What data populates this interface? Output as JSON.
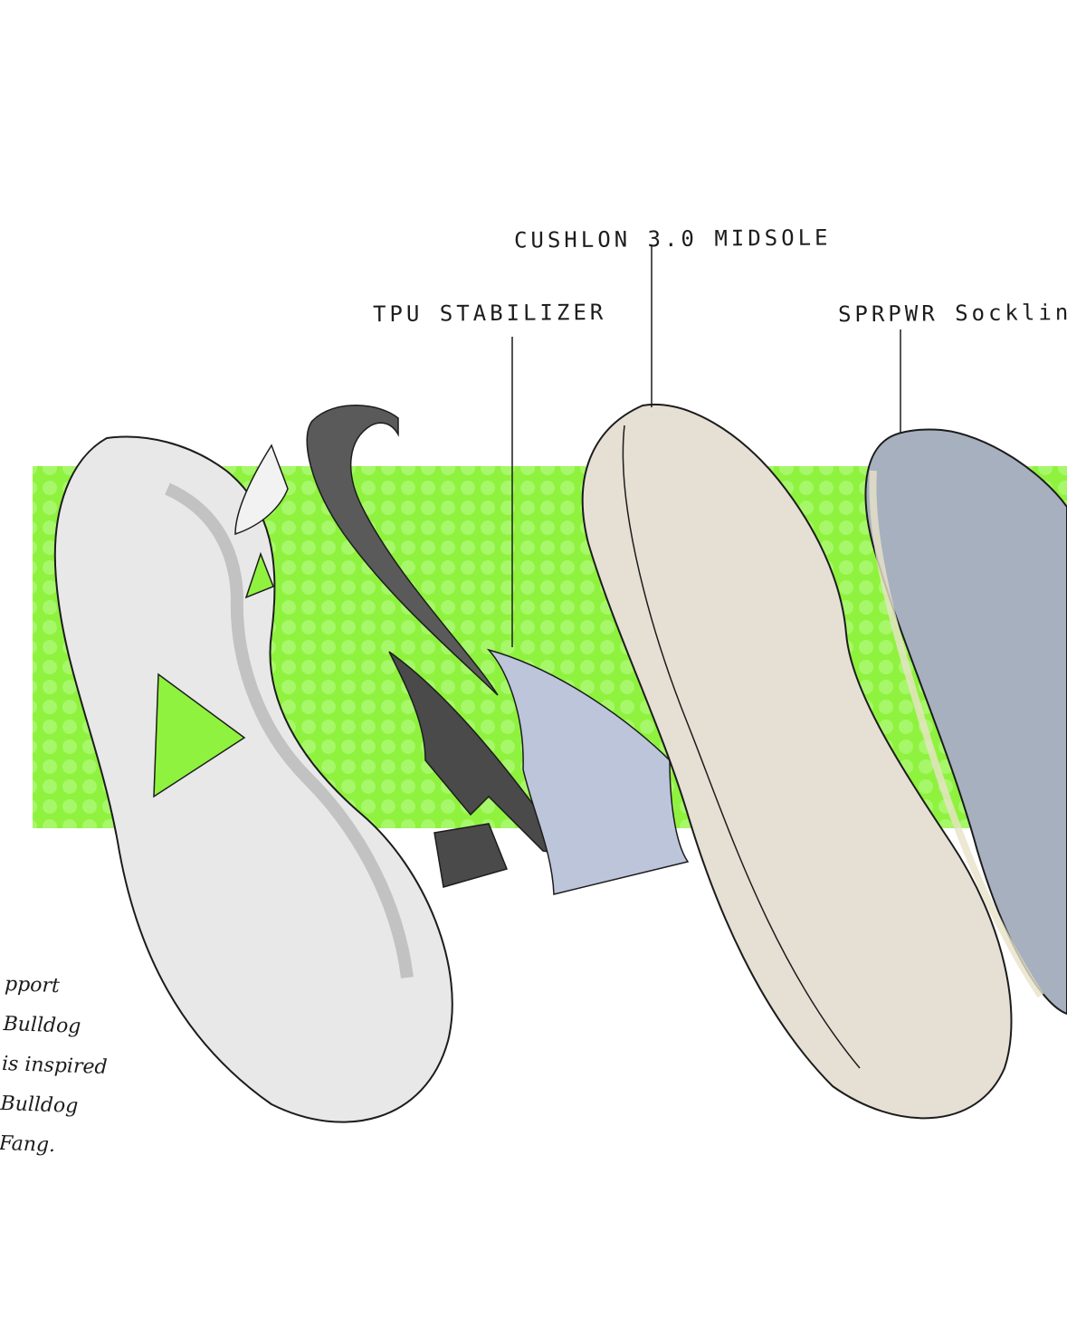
{
  "colors": {
    "green_band": "#8ff23f",
    "green_dot": "#a7f76a",
    "outsole": "#e8e8e8",
    "tpu_stabilizer": "#bcc5da",
    "swoosh_dark": "#5a5a5a",
    "midsole": "#e6dfd4",
    "sockliner": "#a6b0bf",
    "ink": "#1c1c1c"
  },
  "callouts": {
    "cushlon": "CUSHLON 3.0 MIDSOLE",
    "tpu": "TPU STABILIZER",
    "sockliner": "SPRPWR Sockliner"
  },
  "note": {
    "lines": [
      "pport",
      "Bulldog",
      "is inspired",
      "Bulldog",
      "Fang."
    ]
  },
  "components": [
    {
      "name": "outsole",
      "icon": "outsole-icon"
    },
    {
      "name": "swoosh",
      "icon": "swoosh-icon"
    },
    {
      "name": "tpu-stabilizer",
      "icon": "tpu-stabilizer-icon"
    },
    {
      "name": "midsole",
      "icon": "midsole-icon"
    },
    {
      "name": "sockliner",
      "icon": "sockliner-icon"
    }
  ]
}
